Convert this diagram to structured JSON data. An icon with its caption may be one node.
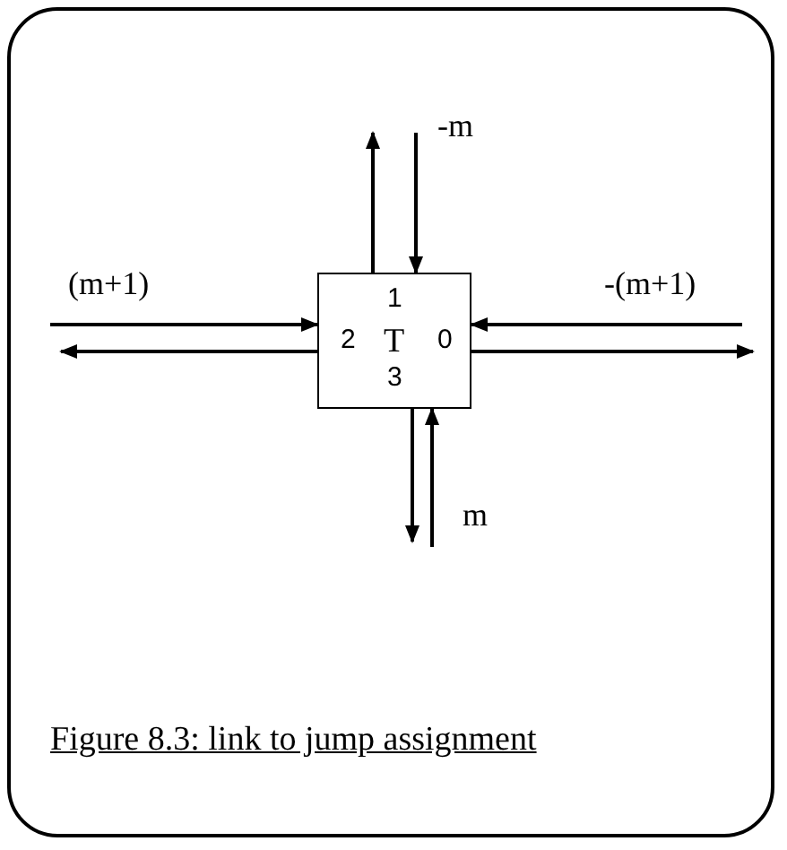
{
  "diagram": {
    "caption": "Figure 8.3: link to jump assignment",
    "nodes": [
      {
        "text": [],
        "shape": "box"
      },
      {
        "text": [
          "1",
          "2",
          "T",
          "0",
          "3"
        ],
        "in": 0
      }
    ],
    "edges": [
      {
        "from": 1,
        "to": null,
        "arrow": "to"
      },
      {
        "from": null,
        "to": 1,
        "arrow": "to",
        "label": "-m"
      },
      {
        "from": null,
        "to": 1,
        "arrow": "to",
        "label": "(m+1)"
      },
      {
        "from": 1,
        "to": null,
        "arrow": "to"
      },
      {
        "from": null,
        "to": 1,
        "arrow": "to",
        "label": "-(m+1)"
      },
      {
        "from": 1,
        "to": null,
        "arrow": "to"
      },
      {
        "from": 1,
        "to": null,
        "arrow": "to"
      },
      {
        "from": null,
        "to": 1,
        "arrow": "to",
        "label": "m"
      }
    ]
  }
}
